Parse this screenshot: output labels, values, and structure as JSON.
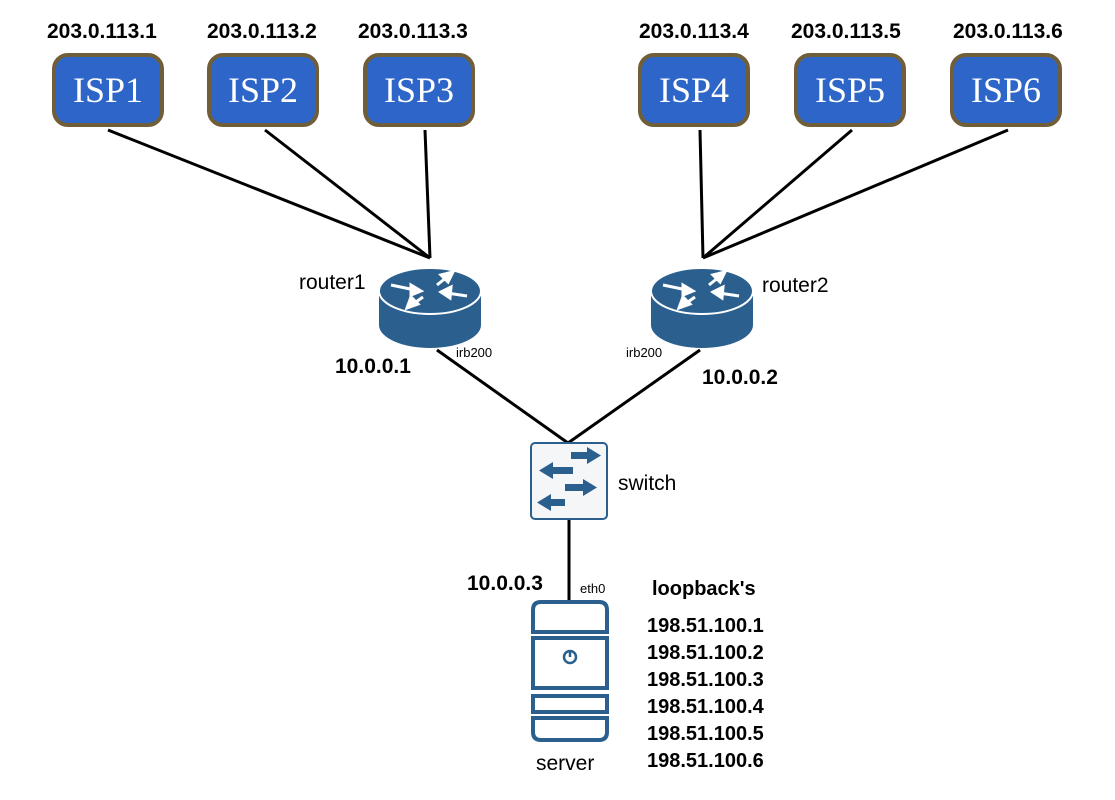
{
  "isps": [
    {
      "name": "ISP1",
      "ip": "203.0.113.1"
    },
    {
      "name": "ISP2",
      "ip": "203.0.113.2"
    },
    {
      "name": "ISP3",
      "ip": "203.0.113.3"
    },
    {
      "name": "ISP4",
      "ip": "203.0.113.4"
    },
    {
      "name": "ISP5",
      "ip": "203.0.113.5"
    },
    {
      "name": "ISP6",
      "ip": "203.0.113.6"
    }
  ],
  "router1": {
    "label": "router1",
    "interface": "irb200",
    "ip": "10.0.0.1"
  },
  "router2": {
    "label": "router2",
    "interface": "irb200",
    "ip": "10.0.0.2"
  },
  "switch": {
    "label": "switch"
  },
  "server": {
    "label": "server",
    "interface": "eth0",
    "ip": "10.0.0.3"
  },
  "loopbacks": {
    "title": "loopback's",
    "addresses": [
      "198.51.100.1",
      "198.51.100.2",
      "198.51.100.3",
      "198.51.100.4",
      "198.51.100.5",
      "198.51.100.6"
    ]
  },
  "colors": {
    "isp_fill": "#2d66c8",
    "isp_border": "#6f5e37",
    "device": "#2a5f8e",
    "link": "#000000"
  }
}
